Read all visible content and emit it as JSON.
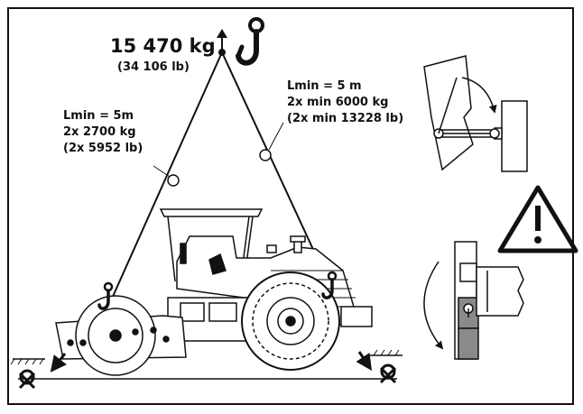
{
  "weight": {
    "main": "15 470 kg",
    "imperial": "(34 106 lb)"
  },
  "left_sling": {
    "length": "Lmin = 5m",
    "capacity": "2x 2700 kg",
    "capacity_imperial": "(2x 5952 lb)"
  },
  "right_sling": {
    "length": "Lmin = 5 m",
    "capacity": "2x min 6000 kg",
    "capacity_imperial": "(2x min 13228 lb)"
  },
  "colors": {
    "line": "#111111",
    "warning_fill": "#ffffff",
    "latch_shade": "#8a8a8a"
  },
  "icons": [
    "lift-hook-icon",
    "warning-triangle-icon",
    "tie-down-ring-icon",
    "rotation-arrow-icon"
  ]
}
